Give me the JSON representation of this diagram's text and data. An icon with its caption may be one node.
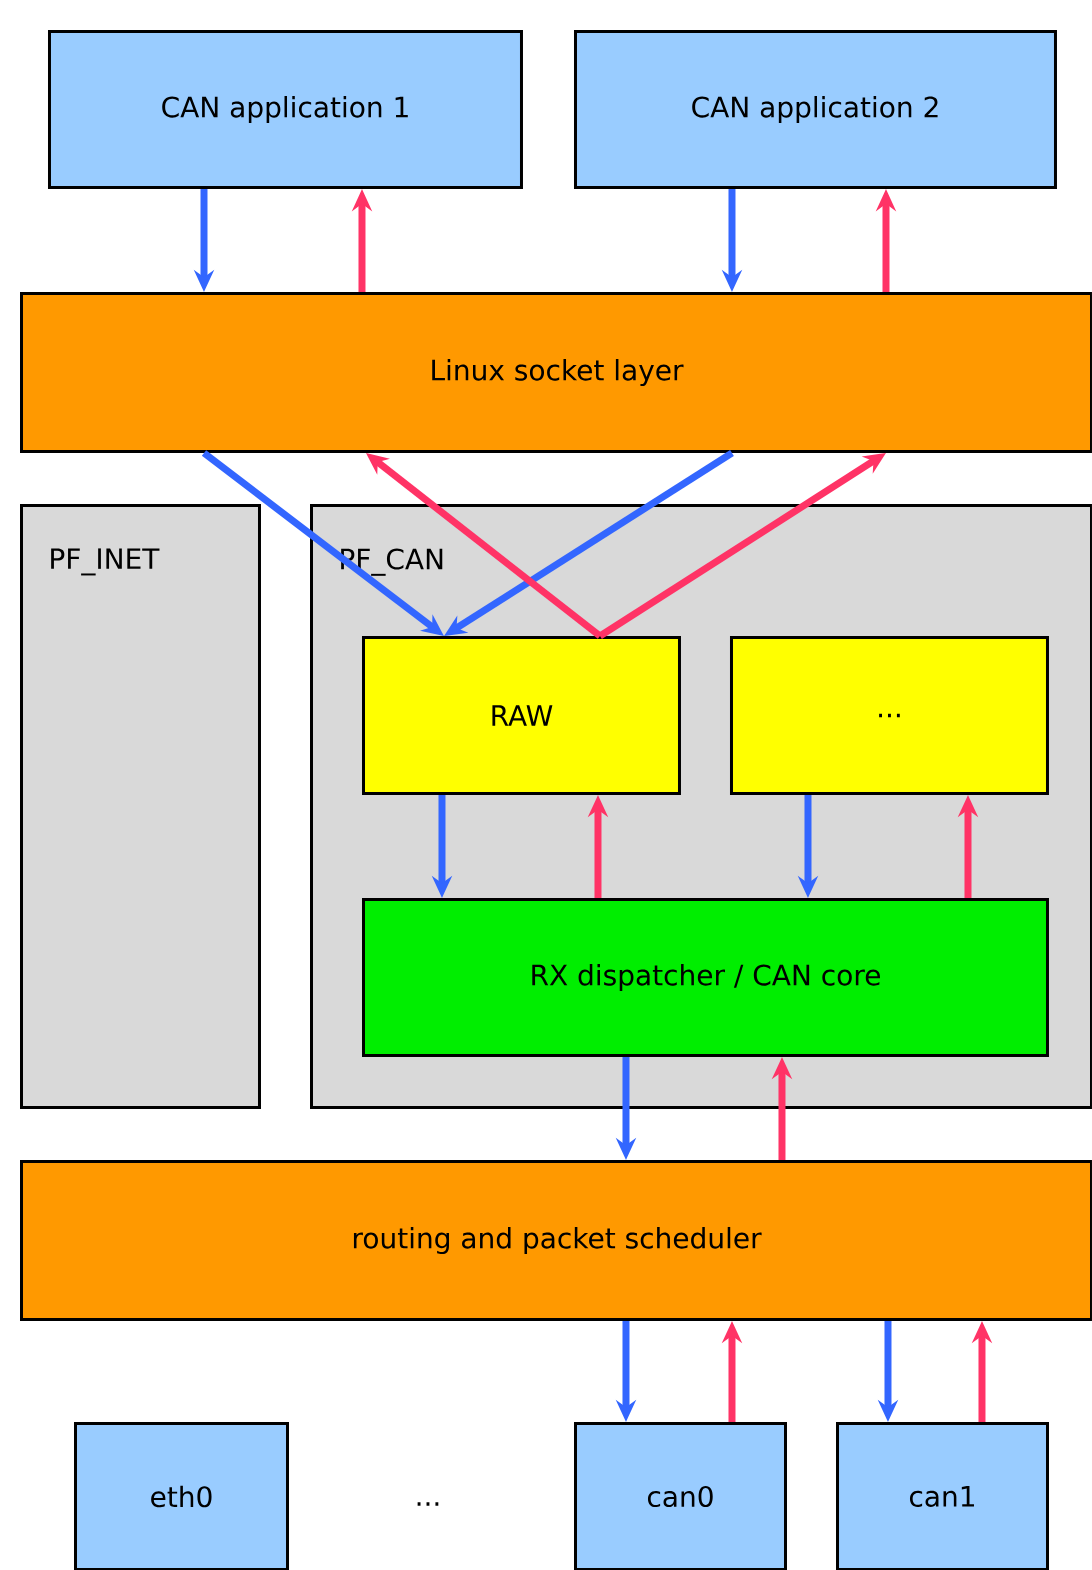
{
  "diagram": {
    "nodes": [
      {
        "text": [
          "CAN application 1"
        ]
      },
      {
        "text": [
          "CAN application 2"
        ]
      },
      {
        "text": [
          "Linux socket layer"
        ]
      },
      {
        "text": [
          "PF_INET"
        ]
      },
      {
        "text": [
          "PF_CAN"
        ]
      },
      {
        "text": [
          "RAW"
        ],
        "in": 4
      },
      {
        "text": [
          "..."
        ],
        "in": 4
      },
      {
        "text": [
          "RX dispatcher / CAN core"
        ],
        "in": 4
      },
      {
        "text": [
          "routing and packet scheduler"
        ]
      },
      {
        "text": [
          "eth0"
        ]
      },
      {
        "text": [
          "can0"
        ]
      },
      {
        "text": [
          "can1"
        ]
      }
    ],
    "edges": [
      {
        "from": 0,
        "to": 2,
        "arrow": "to",
        "color": "#3366ff"
      },
      {
        "from": 2,
        "to": 0,
        "arrow": "to",
        "color": "#ff3366"
      },
      {
        "from": 1,
        "to": 2,
        "arrow": "to",
        "color": "#3366ff"
      },
      {
        "from": 2,
        "to": 1,
        "arrow": "to",
        "color": "#ff3366"
      },
      {
        "from": 2,
        "to": 5,
        "arrow": "to",
        "color": "#3366ff"
      },
      {
        "from": 2,
        "to": 5,
        "arrow": "to",
        "color": "#3366ff"
      },
      {
        "from": 5,
        "to": 2,
        "arrow": "to",
        "color": "#ff3366"
      },
      {
        "from": 5,
        "to": 2,
        "arrow": "to",
        "color": "#ff3366"
      },
      {
        "from": 5,
        "to": 7,
        "arrow": "to",
        "color": "#3366ff"
      },
      {
        "from": 7,
        "to": 5,
        "arrow": "to",
        "color": "#ff3366"
      },
      {
        "from": 6,
        "to": 7,
        "arrow": "to",
        "color": "#3366ff"
      },
      {
        "from": 7,
        "to": 6,
        "arrow": "to",
        "color": "#ff3366"
      },
      {
        "from": 7,
        "to": 8,
        "arrow": "to",
        "color": "#3366ff"
      },
      {
        "from": 8,
        "to": 7,
        "arrow": "to",
        "color": "#ff3366"
      },
      {
        "from": 8,
        "to": 10,
        "arrow": "to",
        "color": "#3366ff"
      },
      {
        "from": 10,
        "to": 8,
        "arrow": "to",
        "color": "#ff3366"
      },
      {
        "from": 8,
        "to": 11,
        "arrow": "to",
        "color": "#3366ff"
      },
      {
        "from": 11,
        "to": 8,
        "arrow": "to",
        "color": "#ff3366"
      }
    ],
    "labels": [
      "..."
    ]
  }
}
